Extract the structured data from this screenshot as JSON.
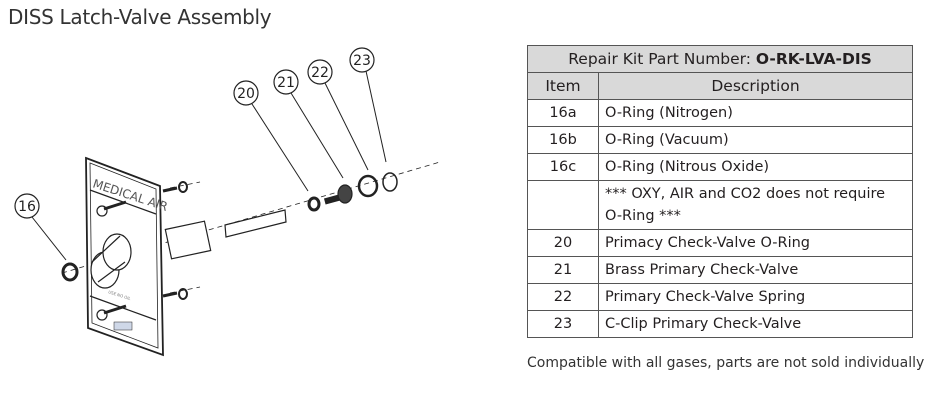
{
  "title": "DISS Latch-Valve Assembly",
  "diagram": {
    "plate_text": "MEDICAL AIR",
    "plate_small_text": "USE NO OIL",
    "callouts": [
      "16",
      "20",
      "21",
      "22",
      "23"
    ]
  },
  "table": {
    "kit_label": "Repair Kit Part Number: ",
    "kit_number": "O-RK-LVA-DIS",
    "headers": {
      "item": "Item",
      "description": "Description"
    },
    "rows": [
      {
        "item": "16a",
        "description": "O-Ring (Nitrogen)"
      },
      {
        "item": "16b",
        "description": "O-Ring (Vacuum)"
      },
      {
        "item": "16c",
        "description": "O-Ring (Nitrous Oxide)"
      },
      {
        "item": "",
        "description": "*** OXY, AIR and CO2 does not require O-Ring ***"
      },
      {
        "item": "20",
        "description": "Primacy Check-Valve O-Ring"
      },
      {
        "item": "21",
        "description": "Brass Primary Check-Valve"
      },
      {
        "item": "22",
        "description": "Primary Check-Valve Spring"
      },
      {
        "item": "23",
        "description": "C-Clip Primary Check-Valve"
      }
    ]
  },
  "note": "Compatible with all gases, parts are not sold individually"
}
